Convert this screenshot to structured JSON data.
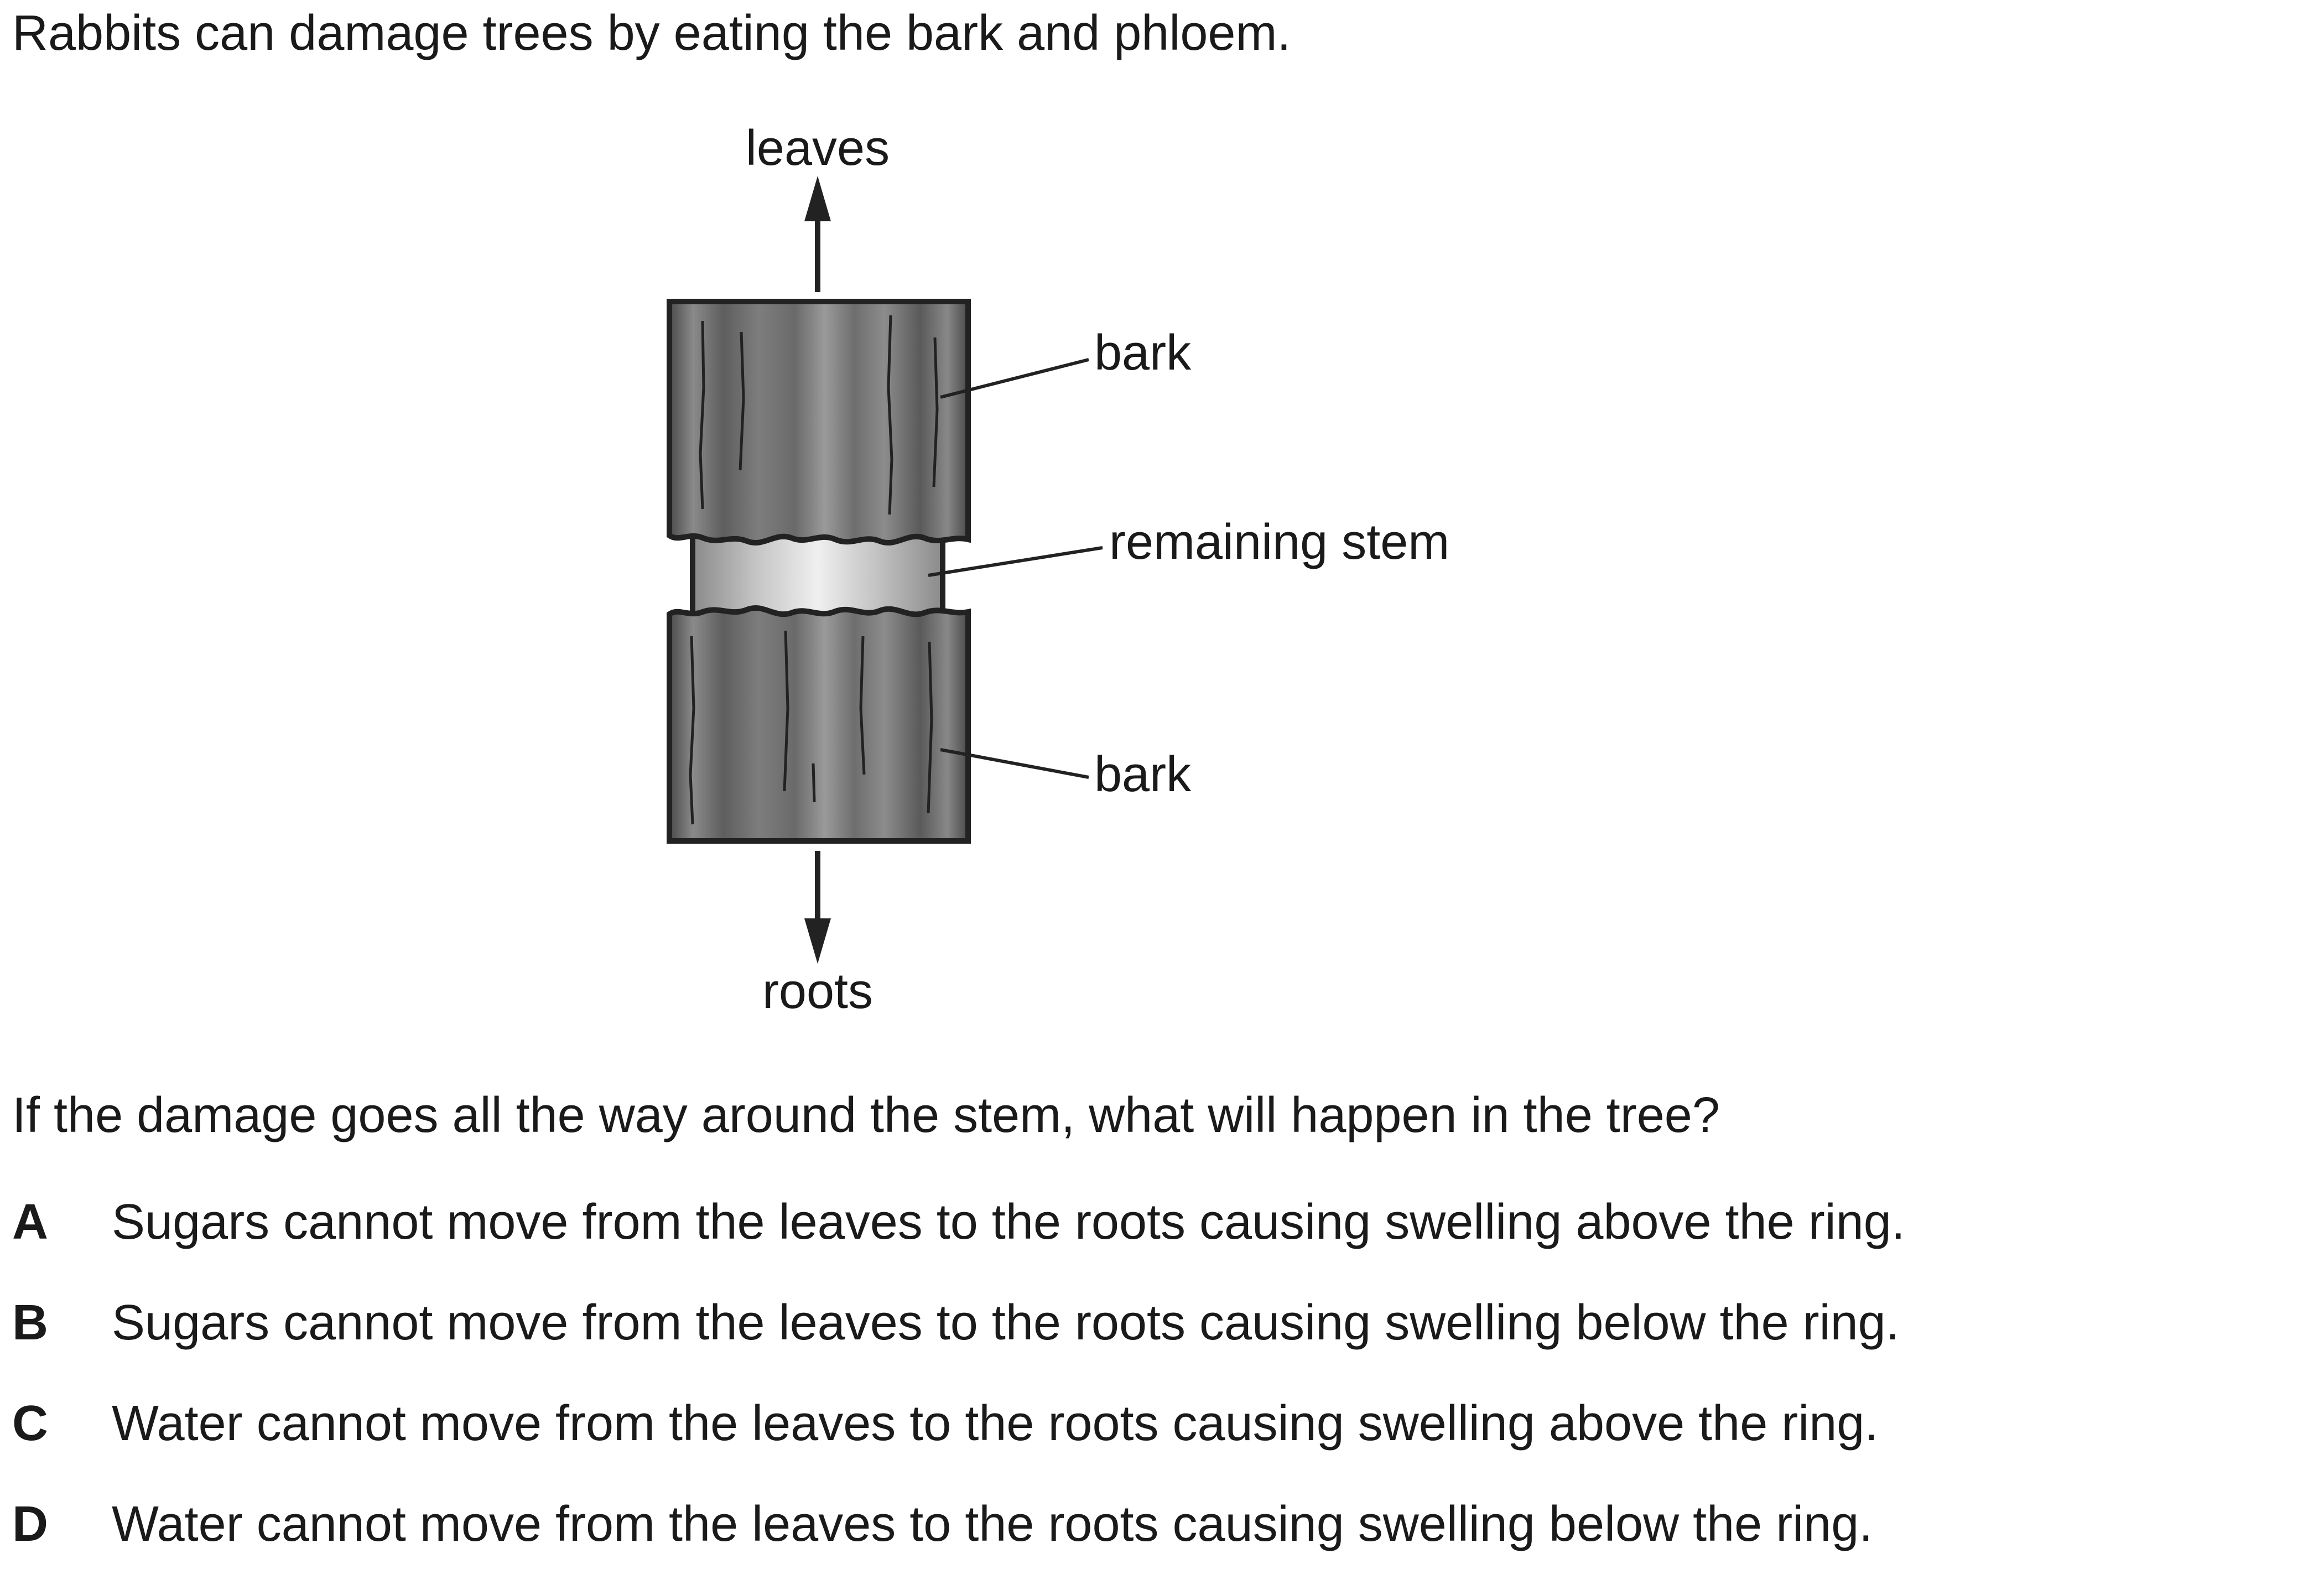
{
  "intro_text": "Rabbits can damage trees by eating the bark and phloem.",
  "diagram": {
    "labels": {
      "leaves": "leaves",
      "bark_top": "bark",
      "remaining_stem": "remaining stem",
      "bark_bottom": "bark",
      "roots": "roots"
    }
  },
  "question": "If the damage goes all the way around the stem, what will happen in the tree?",
  "options": [
    {
      "letter": "A",
      "text": "Sugars cannot move from the leaves to the roots causing swelling above the ring."
    },
    {
      "letter": "B",
      "text": "Sugars cannot move from the leaves to the roots causing swelling below the ring."
    },
    {
      "letter": "C",
      "text": "Water cannot move from the leaves to the roots causing swelling above the ring."
    },
    {
      "letter": "D",
      "text": "Water cannot move from the leaves to the roots causing swelling below the ring."
    }
  ]
}
